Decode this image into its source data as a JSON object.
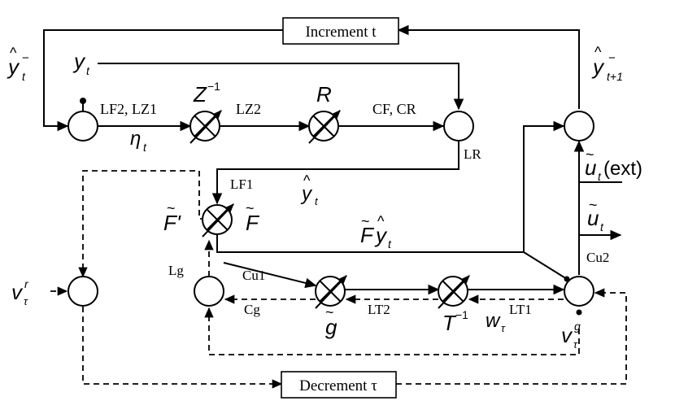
{
  "boxes": {
    "increment": "Increment t",
    "decrement": "Decrement τ"
  },
  "edge_labels": {
    "lf2_lz1": "LF2, LZ1",
    "lz2": "LZ2",
    "cf_cr": "CF, CR",
    "lr": "LR",
    "lf1": "LF1",
    "cu1": "Cu1",
    "lg": "Lg",
    "cg": "Cg",
    "lt2": "LT2",
    "lt1": "LT1",
    "cu2": "Cu2"
  },
  "symbols": {
    "y_hat_minus": {
      "base": "y",
      "sub": "t",
      "sup": "−",
      "hat": "^"
    },
    "y_obs": {
      "base": "y",
      "sub": "t"
    },
    "eta": {
      "base": "η",
      "sub": "t"
    },
    "z_inv": {
      "base": "Z",
      "sup": "−1"
    },
    "r": {
      "base": "R"
    },
    "y_hat_next": {
      "base": "y",
      "sub": "t+1",
      "sup": "−",
      "hat": "^"
    },
    "u_ext": {
      "base": "u",
      "sub": "t",
      "tilde": "~",
      "suffix": "(ext)"
    },
    "u_t": {
      "base": "u",
      "sub": "t",
      "tilde": "~"
    },
    "y_hat": {
      "base": "y",
      "sub": "t",
      "hat": "^"
    },
    "f_prime": {
      "base": "F'",
      "tilde": "~"
    },
    "f_tilde": {
      "base": "F",
      "tilde": "~"
    },
    "f_y": {
      "base": "F",
      "base2": "y",
      "sub": "t",
      "tilde": "~",
      "hat": "^"
    },
    "v_r": {
      "base": "v",
      "sub": "τ",
      "sup": "r"
    },
    "g": {
      "base": "g",
      "tilde": "~"
    },
    "t_inv": {
      "base": "T",
      "sup": "−1"
    },
    "w": {
      "base": "w",
      "sub": "τ"
    },
    "v_g": {
      "base": "v",
      "sub": "τ",
      "sup": "g"
    }
  }
}
